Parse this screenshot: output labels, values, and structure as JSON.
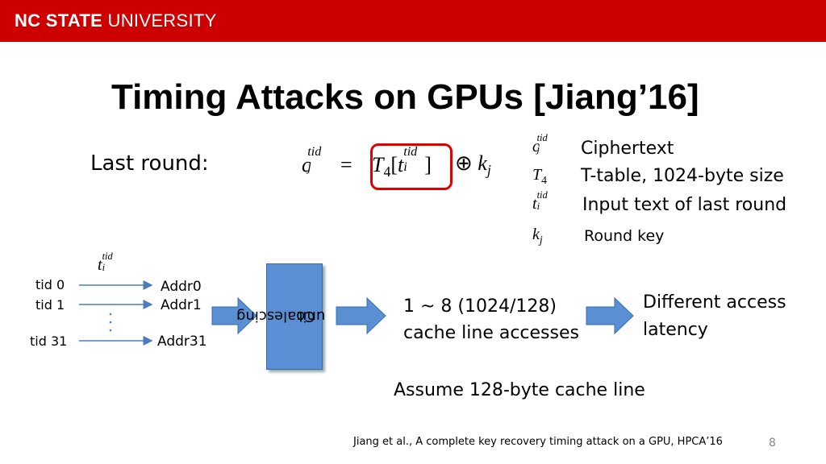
{
  "header": {
    "logo_bold": "NC STATE",
    "logo_regular": " UNIVERSITY",
    "background_color": "#cc0000"
  },
  "slide": {
    "title": "Timing Attacks on GPUs [Jiang’16]",
    "last_round_label": "Last round:",
    "equation": {
      "lhs_var": "c",
      "lhs_sub": "j",
      "lhs_sup": "tid",
      "equals": "=",
      "table": "T",
      "table_sub": "4",
      "arg_var": "t",
      "arg_sub": "i",
      "arg_sup": "tid",
      "xor": "⊕",
      "key_var": "k",
      "key_sub": "j",
      "highlight_color": "#e00000"
    },
    "legend": [
      {
        "var": "c",
        "sub": "j",
        "sup": "tid",
        "text": "Ciphertext"
      },
      {
        "var": "T",
        "sub": "4",
        "sup": "",
        "text": "T-table, 1024-byte size"
      },
      {
        "var": "t",
        "sub": "i",
        "sup": "tid",
        "text": "Input text of last round"
      },
      {
        "var": "k",
        "sub": "j",
        "sup": "",
        "text": "Round key"
      }
    ],
    "diagram": {
      "input_var": "t",
      "input_sub": "i",
      "input_sup": "tid",
      "threads": [
        {
          "tid": "tid 0",
          "addr": "Addr0"
        },
        {
          "tid": "tid 1",
          "addr": "Addr1"
        },
        {
          "tid": "tid 31",
          "addr": "Addr31"
        }
      ],
      "ellipsis": "·\n·\n·",
      "coalescing_line1": "Coalescing",
      "coalescing_line2": "unit",
      "accesses_line1": "1 ~ 8 (1024/128)",
      "accesses_line2": "cache line accesses",
      "latency_line1": "Different access",
      "latency_line2": "latency",
      "assumption": "Assume 128-byte cache line",
      "arrow_color": "#5b8fd4"
    },
    "citation": "Jiang et al., A complete key recovery timing attack on a GPU, HPCA’16",
    "page_number": "8"
  }
}
